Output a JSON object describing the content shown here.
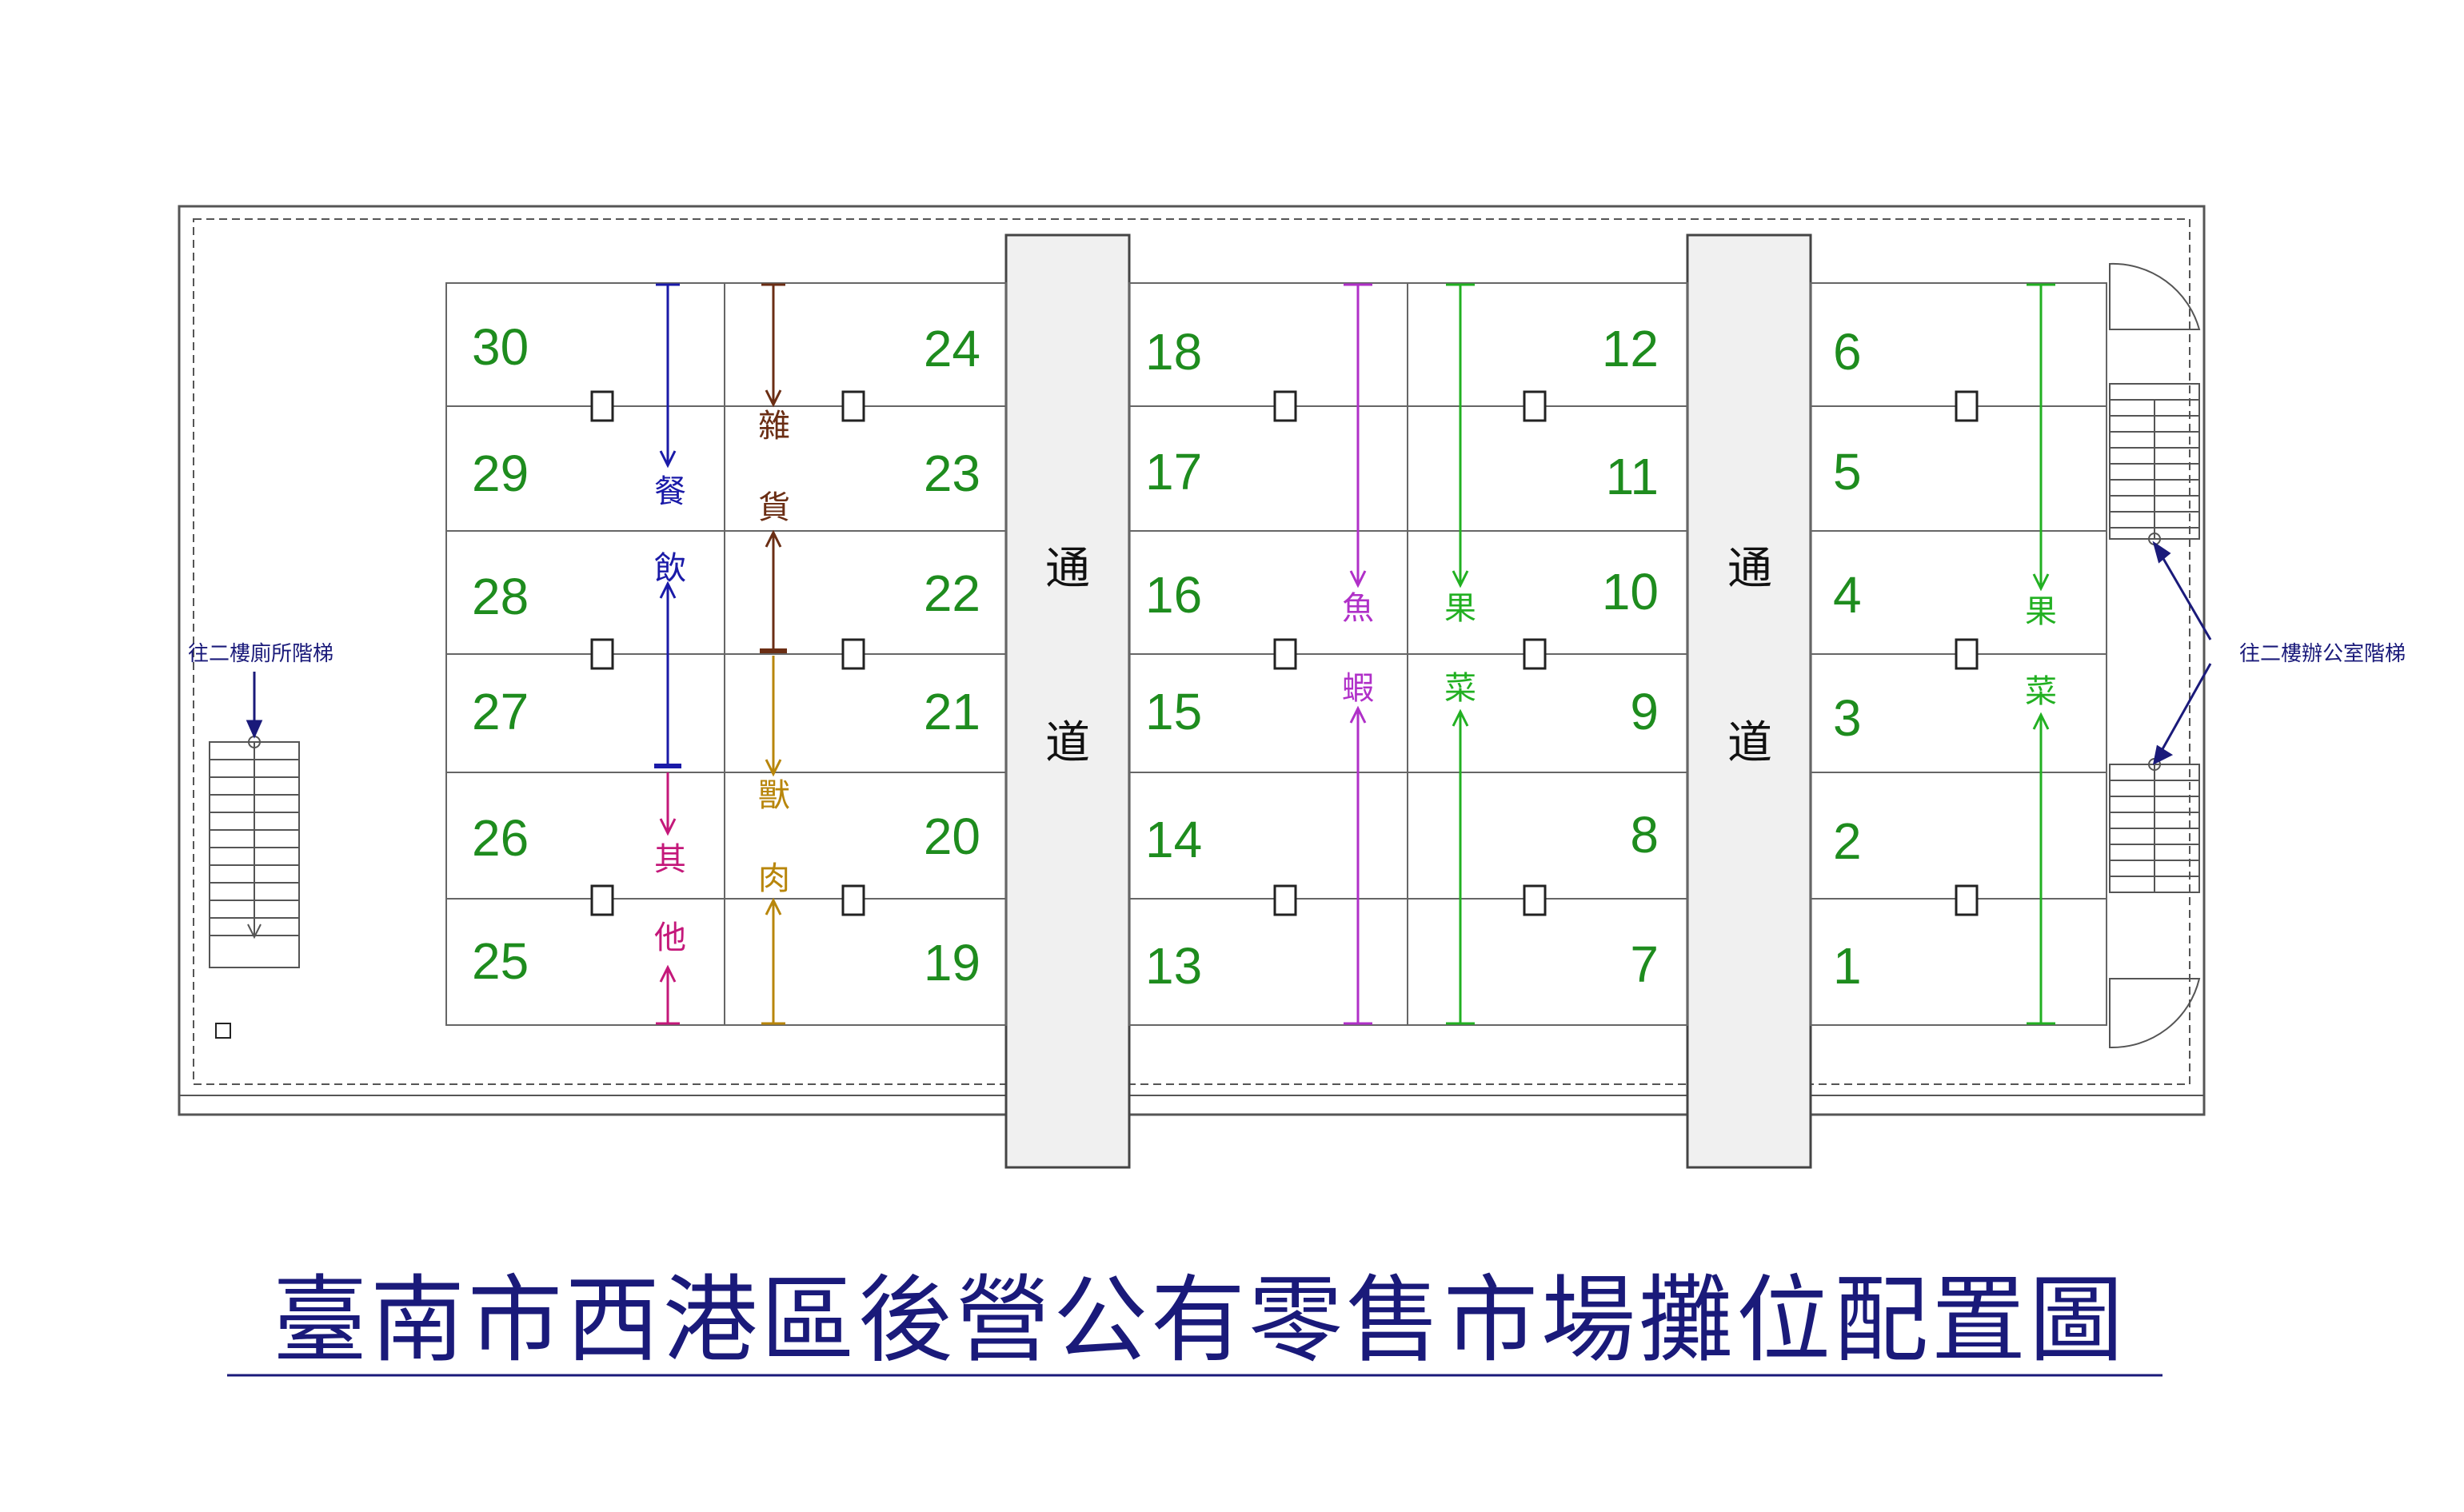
{
  "title": "臺南市西港區後營公有零售市場攤位配置圖",
  "aisles": [
    {
      "id": "aisle-left",
      "chars": [
        "通",
        "道"
      ]
    },
    {
      "id": "aisle-right",
      "chars": [
        "通",
        "道"
      ]
    }
  ],
  "stalls": {
    "block1_left": [
      "30",
      "29",
      "28",
      "27",
      "26",
      "25"
    ],
    "block1_right": [
      "24",
      "23",
      "22",
      "21",
      "20",
      "19"
    ],
    "block2_left": [
      "18",
      "17",
      "16",
      "15",
      "14",
      "13"
    ],
    "block2_right": [
      "12",
      "11",
      "10",
      "9",
      "8",
      "7"
    ],
    "block3": [
      "6",
      "5",
      "4",
      "3",
      "2",
      "1"
    ]
  },
  "zones": [
    {
      "id": "catering",
      "chars": [
        "餐",
        "飲"
      ],
      "color": "#1a1aa8"
    },
    {
      "id": "other",
      "chars": [
        "其",
        "他"
      ],
      "color": "#c4187a"
    },
    {
      "id": "grocery",
      "chars": [
        "雜",
        "貨"
      ],
      "color": "#6b2e14"
    },
    {
      "id": "meat",
      "chars": [
        "獸",
        "肉"
      ],
      "color": "#b8860b"
    },
    {
      "id": "fish",
      "chars": [
        "魚",
        "蝦"
      ],
      "color": "#b030c8"
    },
    {
      "id": "produce-mid",
      "chars": [
        "果",
        "菜"
      ],
      "color": "#22b022"
    },
    {
      "id": "produce-right",
      "chars": [
        "果",
        "菜"
      ],
      "color": "#22b022"
    }
  ],
  "notes": {
    "left_stair": "往二樓廁所階梯",
    "right_stair": "往二樓辦公室階梯"
  },
  "colors": {
    "line": "#333333",
    "aisle_fill": "#ededed",
    "note": "#1a1a7a"
  }
}
